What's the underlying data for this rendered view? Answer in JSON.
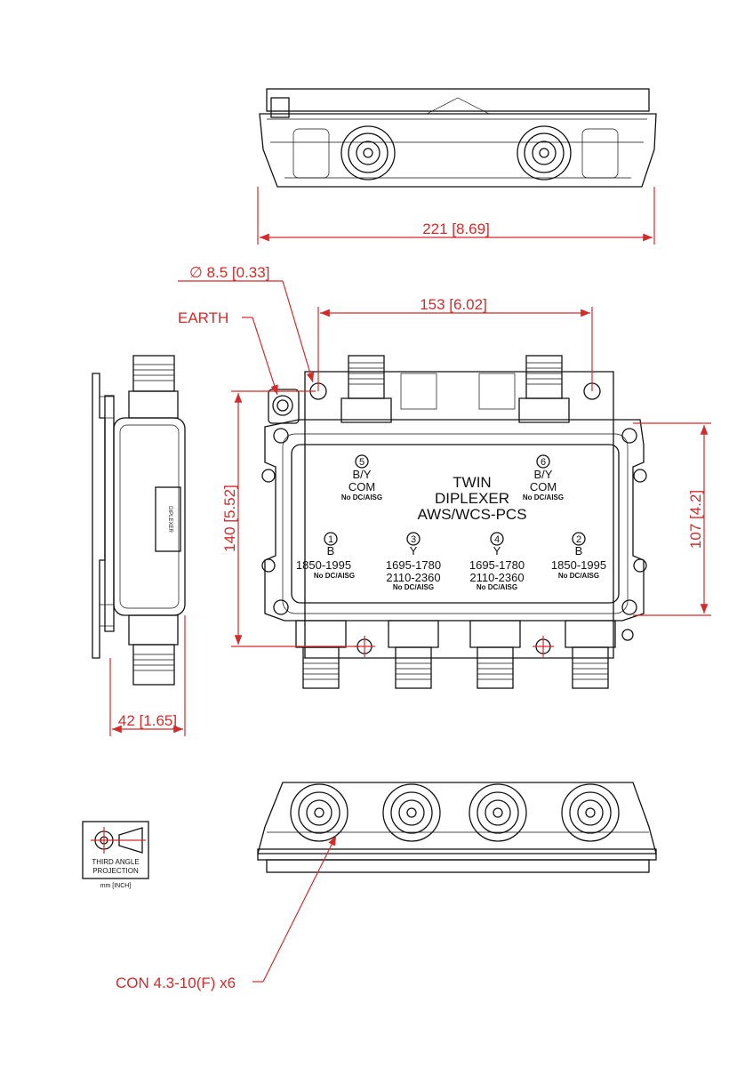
{
  "dimensions": {
    "width_top": "221 [8.69]",
    "hole": "∅ 8.5 [0.33]",
    "hole_spacing": "153 [6.02]",
    "height_total": "140 [5.52]",
    "height_body": "107 [4.2]",
    "depth": "42 [1.65]"
  },
  "callouts": {
    "earth": "EARTH",
    "connector": "CON 4.3-10(F) x6"
  },
  "label_plate": {
    "title_lines": [
      "TWIN",
      "DIPLEXER",
      "AWS/WCS-PCS"
    ],
    "ports": [
      {
        "num": "5",
        "band": "B/Y",
        "name": "COM",
        "note": "No DC/AISG"
      },
      {
        "num": "6",
        "band": "B/Y",
        "name": "COM",
        "note": "No DC/AISG"
      },
      {
        "num": "1",
        "band": "B",
        "freq1": "1850-1995",
        "freq2": "",
        "note": "No DC/AISG"
      },
      {
        "num": "3",
        "band": "Y",
        "freq1": "1695-1780",
        "freq2": "2110-2360",
        "note": "No DC/AISG"
      },
      {
        "num": "4",
        "band": "Y",
        "freq1": "1695-1780",
        "freq2": "2110-2360",
        "note": "No DC/AISG"
      },
      {
        "num": "2",
        "band": "B",
        "freq1": "1850-1995",
        "freq2": "",
        "note": "No DC/AISG"
      }
    ]
  },
  "projection": {
    "line1": "THIRD ANGLE",
    "line2": "PROJECTION",
    "units": "mm [INCH]"
  },
  "side_label": "DIPLEXER",
  "colors": {
    "dimension": "#d42a2a",
    "outline": "#111111"
  }
}
